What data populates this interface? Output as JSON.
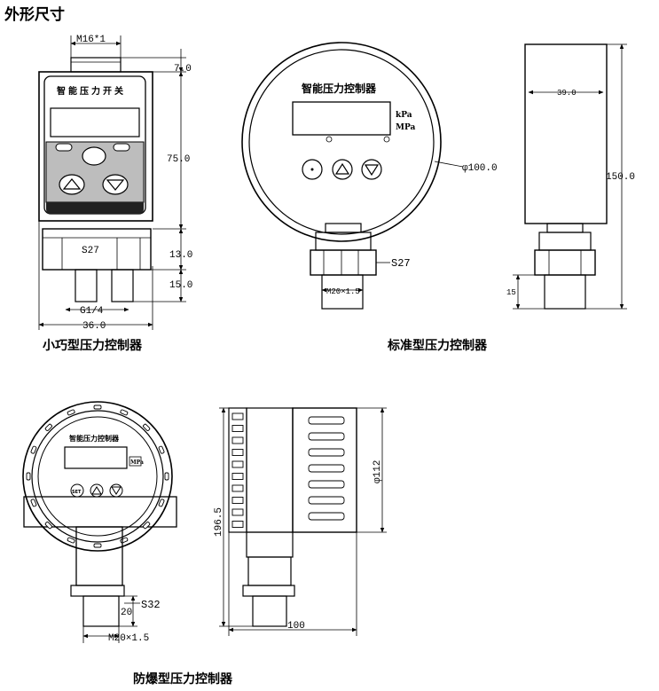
{
  "page_title": "外形尺寸",
  "compact": {
    "caption": "小巧型压力控制器",
    "panel_text": "智能压力开关",
    "dim_thread_top": "M16*1",
    "dim_cap_height": "7.0",
    "dim_body_height": "75.0",
    "dim_hex_height": "13.0",
    "dim_thread_height": "15.0",
    "dim_hex": "S27",
    "dim_port": "G1/4",
    "dim_width": "36.0"
  },
  "standard": {
    "caption": "标准型压力控制器",
    "panel_text": "智能压力控制器",
    "unit_kpa": "kPa",
    "unit_mpa": "MPa",
    "dim_diameter": "φ100.0",
    "dim_hex": "S27",
    "dim_thread": "M20×1.5",
    "side_depth": "39.0",
    "side_height": "150.0",
    "side_thread_len": "15"
  },
  "explosion_proof": {
    "caption": "防爆型压力控制器",
    "panel_text": "智能压力控制器",
    "unit": "MPa",
    "set_label": "SET",
    "dim_hex": "S32",
    "dim_thread_len": "20",
    "dim_thread": "M20×1.5",
    "side_height": "196.5",
    "side_diameter": "φ112",
    "side_width": "100"
  }
}
